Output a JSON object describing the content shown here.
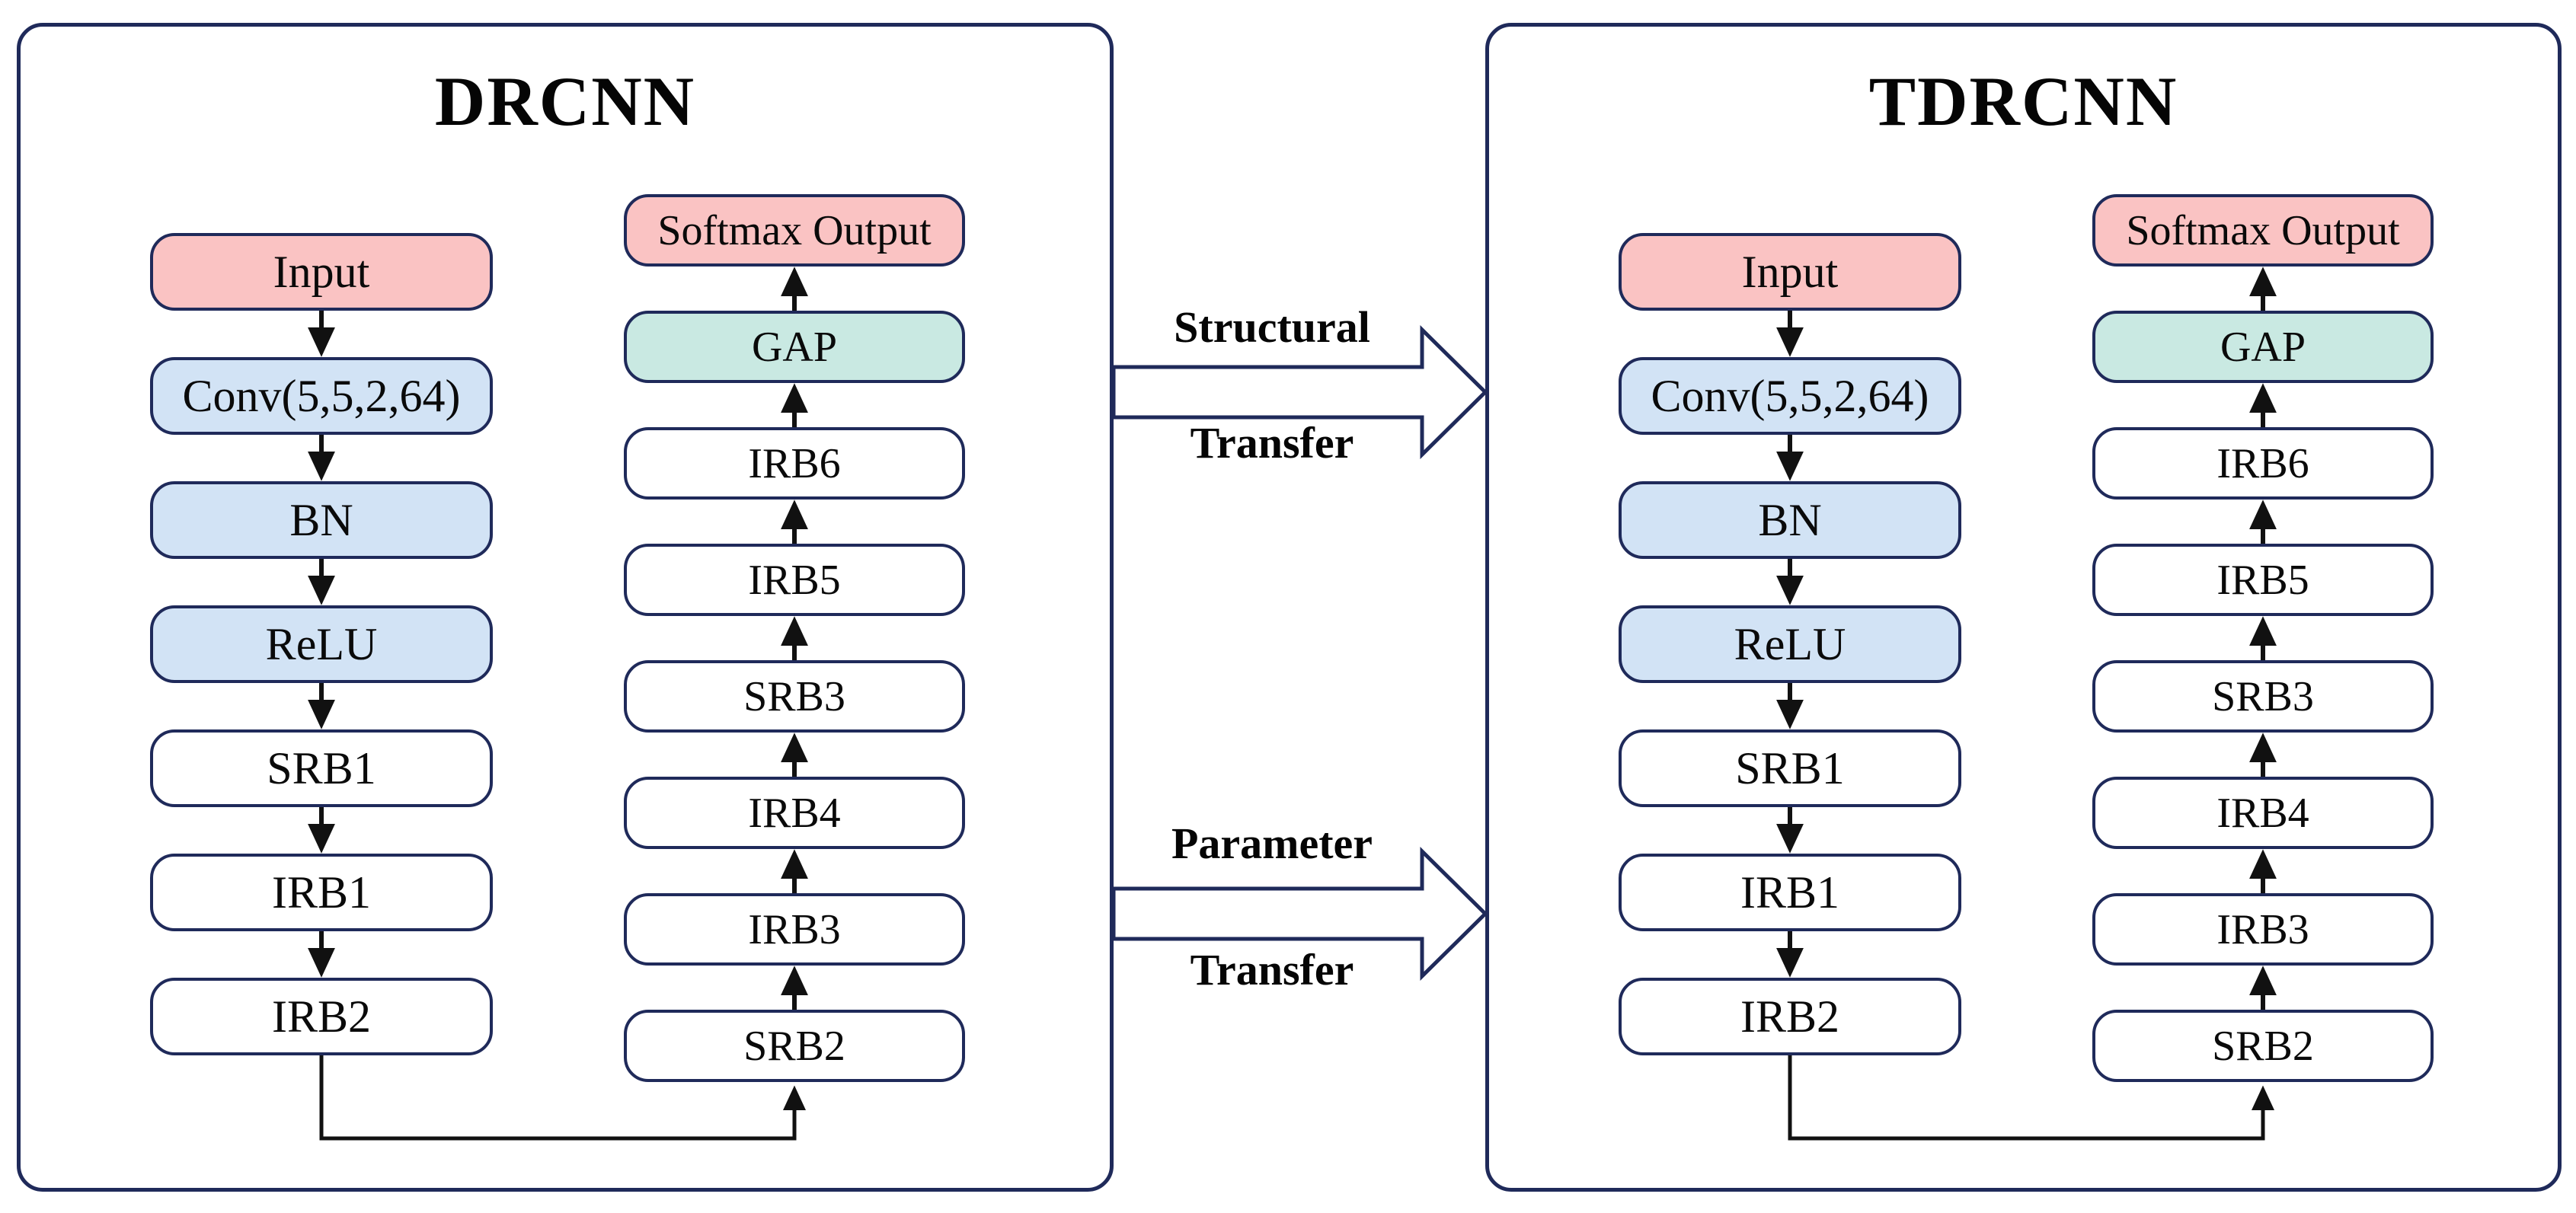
{
  "diagram": {
    "panels": [
      {
        "title": "DRCNN",
        "main_branch": {
          "boxes": [
            {
              "label": "Input"
            },
            {
              "label": "Conv(5,5,2,64)"
            },
            {
              "label": "BN"
            },
            {
              "label": "ReLU"
            },
            {
              "label": "SRB1"
            },
            {
              "label": "IRB1"
            },
            {
              "label": "IRB2"
            }
          ]
        },
        "output_branch": {
          "boxes": [
            {
              "label": "Softmax Output"
            },
            {
              "label": "GAP"
            },
            {
              "label": "IRB6"
            },
            {
              "label": "IRB5"
            },
            {
              "label": "SRB3"
            },
            {
              "label": "IRB4"
            },
            {
              "label": "IRB3"
            },
            {
              "label": "SRB2"
            }
          ]
        }
      },
      {
        "title": "TDRCNN",
        "main_branch": {
          "boxes": [
            {
              "label": "Input"
            },
            {
              "label": "Conv(5,5,2,64)"
            },
            {
              "label": "BN"
            },
            {
              "label": "ReLU"
            },
            {
              "label": "SRB1"
            },
            {
              "label": "IRB1"
            },
            {
              "label": "IRB2"
            }
          ]
        },
        "output_branch": {
          "boxes": [
            {
              "label": "Softmax Output"
            },
            {
              "label": "GAP"
            },
            {
              "label": "IRB6"
            },
            {
              "label": "IRB5"
            },
            {
              "label": "SRB3"
            },
            {
              "label": "IRB4"
            },
            {
              "label": "IRB3"
            },
            {
              "label": "SRB2"
            }
          ]
        }
      }
    ],
    "transfer_arrows": [
      {
        "top_label": "Structural",
        "bottom_label": "Transfer"
      },
      {
        "top_label": "Parameter",
        "bottom_label": "Transfer"
      }
    ],
    "colors": {
      "input_output_box": "#FAC3C3",
      "conv_bn_relu_box": "#D2E3F5",
      "gap_box": "#C9E9E2",
      "residual_box": "#FFFFFF",
      "block_border": "#1F2A5A",
      "flow_arrow": "#111111"
    }
  }
}
